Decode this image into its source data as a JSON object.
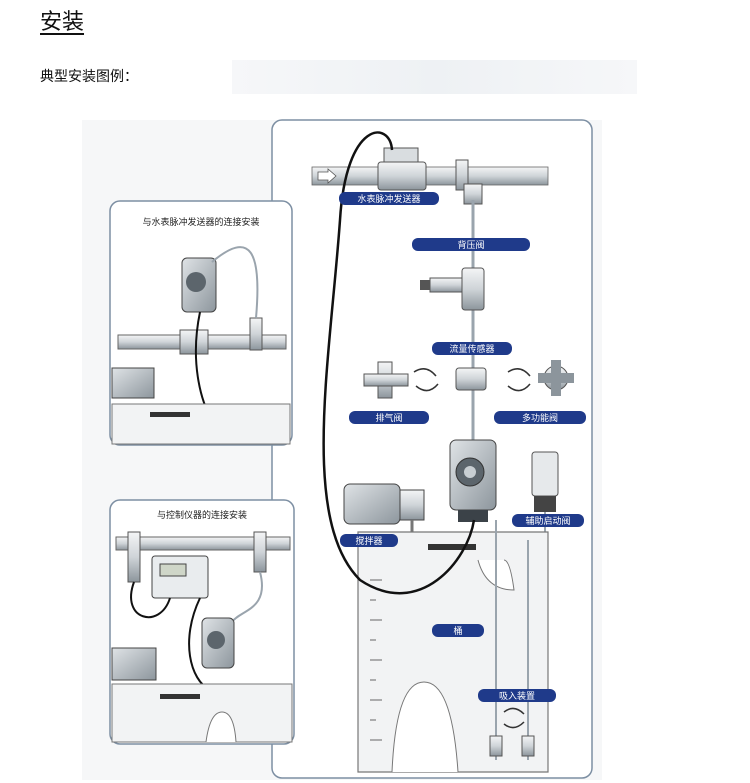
{
  "page": {
    "title": "安装",
    "subtitle": "典型安装图例："
  },
  "diagram": {
    "panel_water_meter": {
      "caption": "与水表脉冲发送器的连接安装"
    },
    "panel_controller": {
      "caption": "与控制仪器的连接安装"
    },
    "labels": {
      "water_meter_pulse": "水表脉冲发送器",
      "back_pressure_valve": "背压阀",
      "flow_sensor": "流量传感器",
      "vent_valve": "排气阀",
      "multifunction_valve": "多功能阀",
      "priming_valve": "辅助启动阀",
      "agitator": "搅拌器",
      "tank": "桶",
      "suction_device": "吸入装置"
    },
    "colors": {
      "label_bg": "#1f3a8a",
      "panel_border": "#7d8fa3",
      "tube": "#9aa4ad"
    }
  }
}
